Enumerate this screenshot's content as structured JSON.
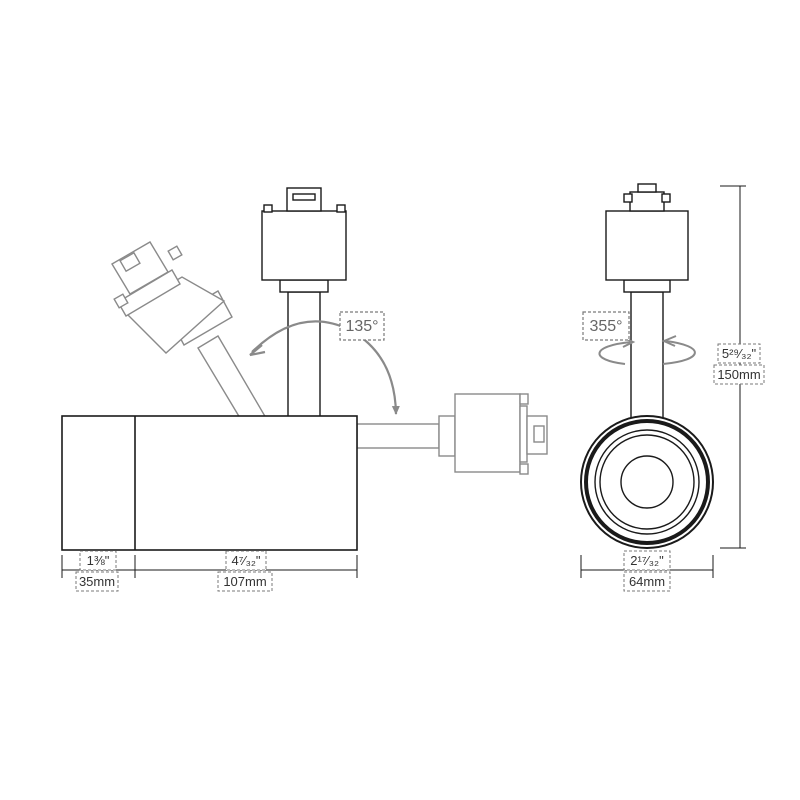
{
  "colors": {
    "outline": "#1a1a1a",
    "ghost": "#8a8a8a",
    "dim_box": "#7a7a7a",
    "dim_text": "#333333",
    "angle_text": "#666666"
  },
  "side_view": {
    "tilt_angle": "135°",
    "front_width_in": "1⅜\"",
    "front_width_mm": "35mm",
    "body_length_in": "4⁷⁄₃₂\"",
    "body_length_mm": "107mm"
  },
  "front_view": {
    "rotation_angle": "355°",
    "height_in": "5²⁹⁄₃₂\"",
    "height_mm": "150mm",
    "diameter_in": "2¹⁷⁄₃₂\"",
    "diameter_mm": "64mm"
  }
}
